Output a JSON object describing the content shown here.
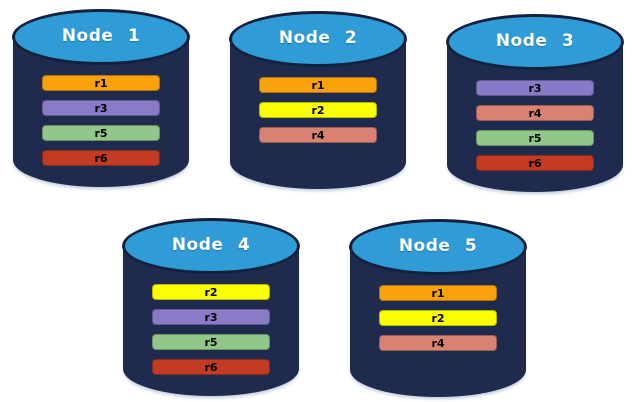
{
  "diagram": {
    "description": "Five database node cylinders showing replica placement",
    "palette": {
      "cylinder_body": "#1F2B4E",
      "cylinder_top": "#2F9CD8",
      "cylinder_edge": "#14213D",
      "title_text": "#FFFFFF",
      "bar_text": "#000000",
      "background": "#FFFFFF"
    },
    "replica_colors": {
      "r1": "#F9A10A",
      "r2": "#FBFE00",
      "r3": "#8A7BC8",
      "r4": "#D98272",
      "r5": "#92C78A",
      "r6": "#C23B22"
    },
    "nodes": [
      {
        "label": "Node 1",
        "replicas": [
          "r1",
          "r3",
          "r5",
          "r6"
        ]
      },
      {
        "label": "Node 2",
        "replicas": [
          "r1",
          "r2",
          "r4"
        ]
      },
      {
        "label": "Node 3",
        "replicas": [
          "r3",
          "r4",
          "r5",
          "r6"
        ]
      },
      {
        "label": "Node 4",
        "replicas": [
          "r2",
          "r3",
          "r5",
          "r6"
        ]
      },
      {
        "label": "Node 5",
        "replicas": [
          "r1",
          "r2",
          "r4"
        ]
      }
    ]
  }
}
